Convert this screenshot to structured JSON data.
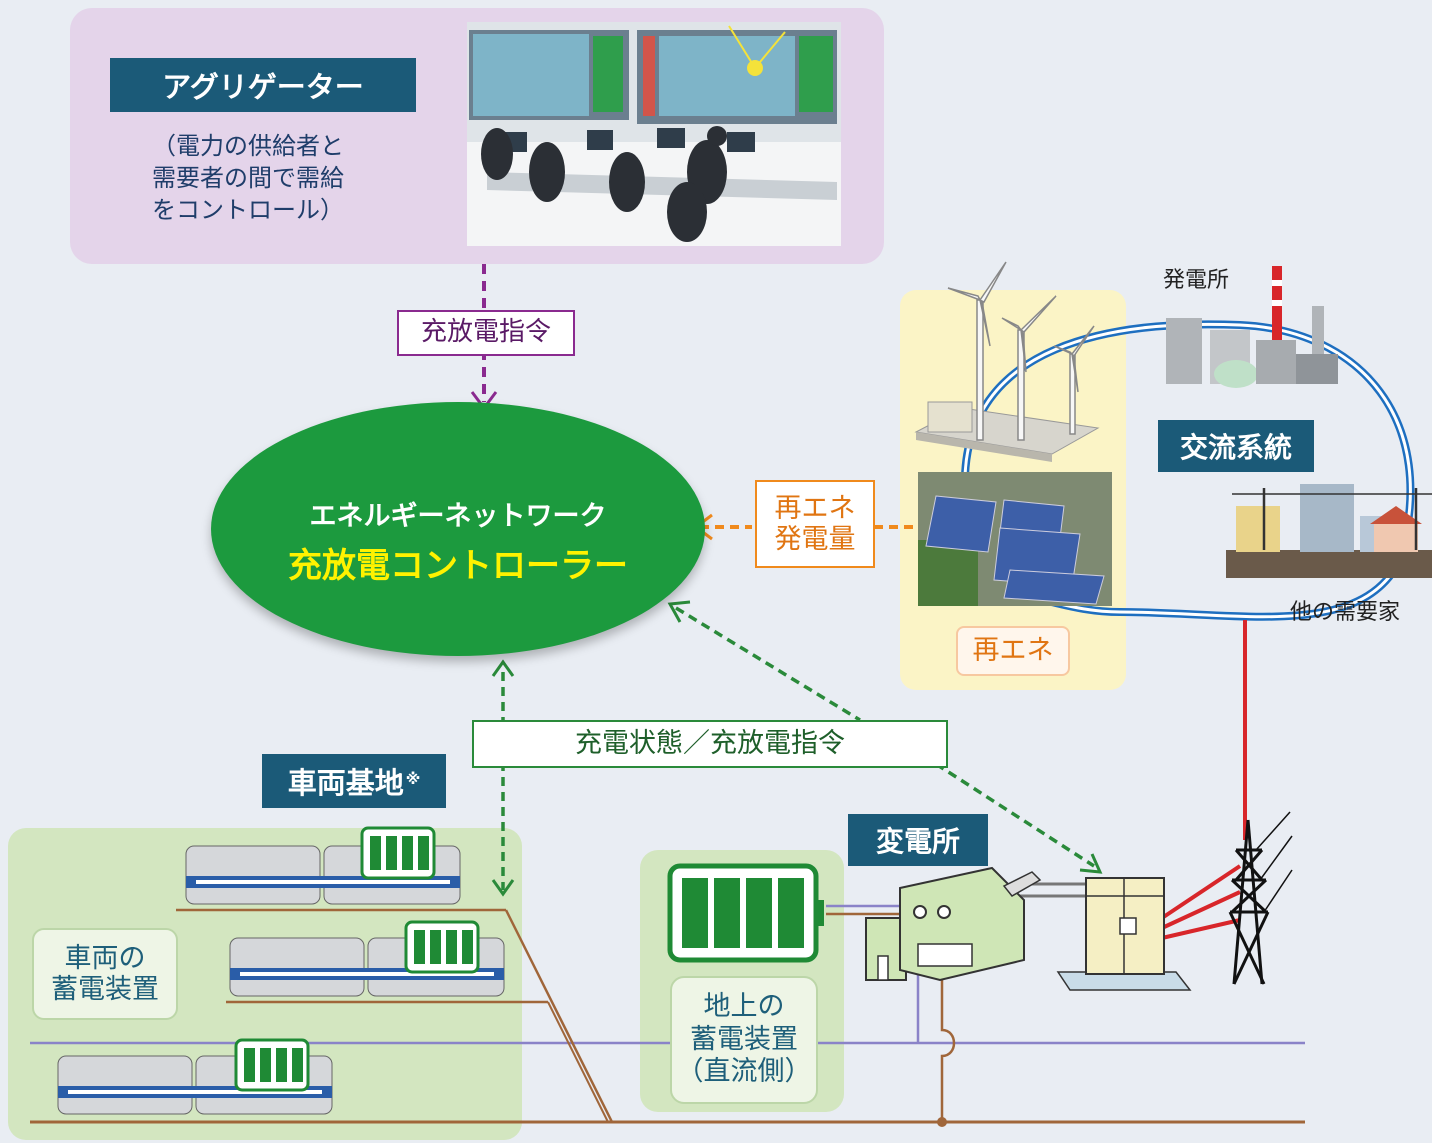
{
  "aggregator": {
    "title": "アグリゲーター",
    "description_lines": [
      "（電力の供給者と",
      "需要者の間で需給",
      "をコントロール）"
    ]
  },
  "command_label": "充放電指令",
  "controller": {
    "line1": "エネルギーネットワーク",
    "line2": "充放電コントローラー"
  },
  "renewable": {
    "output_label_lines": [
      "再エネ",
      "発電量"
    ],
    "name": "再エネ"
  },
  "power_plant_label": "発電所",
  "ac_grid_label": "交流系統",
  "other_consumers_label": "他の需要家",
  "status_label": "充電状態／充放電指令",
  "depot": {
    "title": "車両基地",
    "note_mark": "※",
    "storage_lines": [
      "車両の",
      "蓄電装置"
    ]
  },
  "substation_label": "変電所",
  "ground_storage_lines": [
    "地上の",
    "蓄電装置",
    "（直流側）"
  ],
  "colors": {
    "background": "#e9edf3",
    "aggregator_panel": "#e4d4ea",
    "label_dark": "#1b5a78",
    "controller_green": "#1c9a3e",
    "controller_yellow": "#fff200",
    "command_purple": "#8a2a8f",
    "renewable_orange": "#f08a1c",
    "status_green": "#2a8a3a",
    "grid_blue": "#1e6fc0",
    "dc_brown": "#a0663a",
    "ac_red": "#d8262a",
    "rail_purple": "#8a83c8",
    "depot_panel": "#d3e6c0",
    "renewable_panel": "#fbf4c6"
  }
}
